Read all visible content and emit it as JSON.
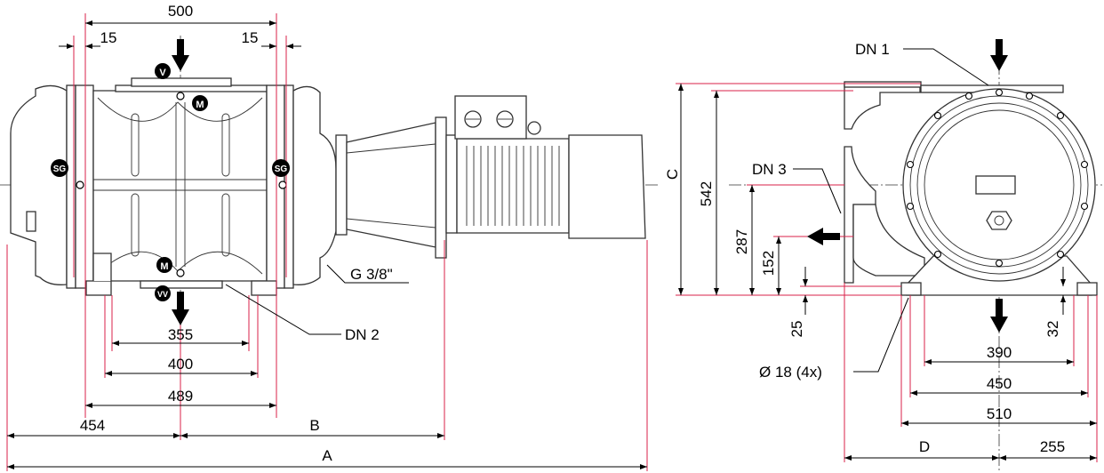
{
  "side_view": {
    "dims": {
      "top_width": "500",
      "left_offset": "15",
      "right_offset": "15",
      "foot_inner": "355",
      "foot_mid": "400",
      "foot_outer": "489",
      "left_total": "454",
      "b_label": "B",
      "a_label": "A"
    },
    "labels": {
      "inlet": "V",
      "outlet": "VV",
      "gauge_top": "M",
      "gauge_bottom": "M",
      "sight_left": "SG",
      "sight_right": "SG",
      "drain": "G 3/8\"",
      "flange": "DN 2"
    }
  },
  "front_view": {
    "dims": {
      "height_c": "C",
      "height_542": "542",
      "height_287": "287",
      "height_152": "152",
      "foot_25": "25",
      "foot_32": "32",
      "w390": "390",
      "w450": "450",
      "w510": "510",
      "d_label": "D",
      "w255": "255"
    },
    "labels": {
      "dn1": "DN 1",
      "dn3": "DN 3",
      "holes": "Ø 18 (4x)"
    }
  },
  "colors": {
    "dimension_red": "#d8204a",
    "line": "#333333",
    "arrow": "#000000"
  }
}
